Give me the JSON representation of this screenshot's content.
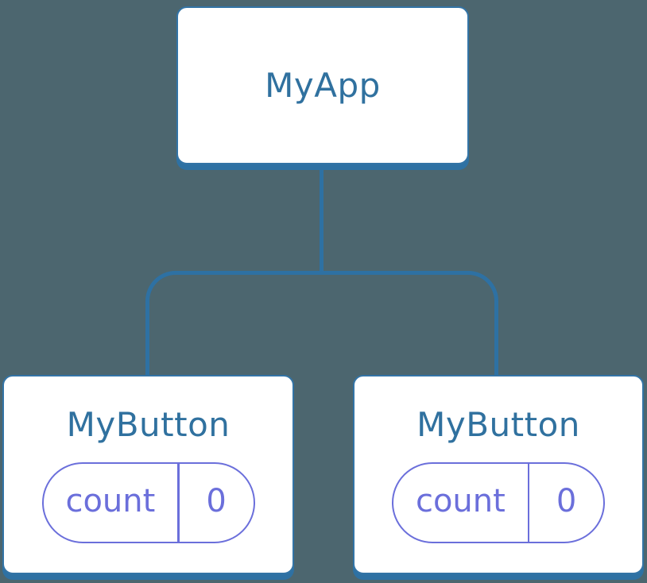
{
  "diagram": {
    "title": "component-tree",
    "colors": {
      "background": "#4C666F",
      "node_background": "#FFFFFF",
      "blue_stroke": "#2E71A3",
      "blue_border": "#3374A6",
      "blue_text": "#30719F",
      "purple_accent": "#6B6FDB"
    },
    "root": {
      "label": "MyApp"
    },
    "children": [
      {
        "label": "MyButton",
        "state": {
          "name": "count",
          "value": "0"
        }
      },
      {
        "label": "MyButton",
        "state": {
          "name": "count",
          "value": "0"
        }
      }
    ]
  }
}
